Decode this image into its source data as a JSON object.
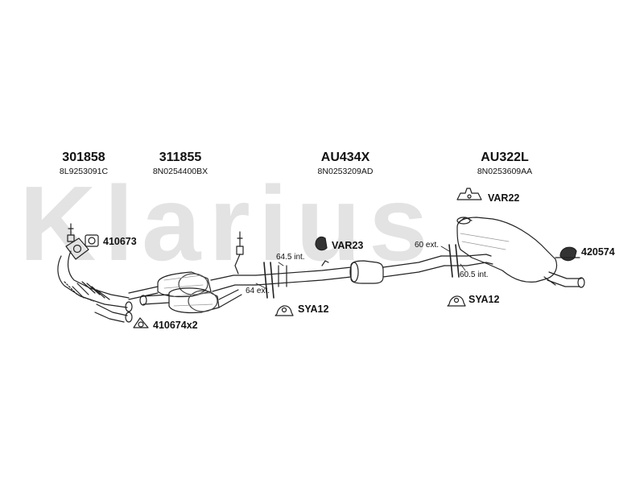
{
  "watermark": {
    "text": "Klarius",
    "color": "#e3e3e3"
  },
  "parts": [
    {
      "number": "301858",
      "oe": "8L9253091C"
    },
    {
      "number": "311855",
      "oe": "8N0254400BX"
    },
    {
      "number": "AU434X",
      "oe": "8N0253209AD"
    },
    {
      "number": "AU322L",
      "oe": "8N0253609AA"
    }
  ],
  "fittings": {
    "f410673": "410673",
    "f410674": "410674x2",
    "var23": "VAR23",
    "var22": "VAR22",
    "f420574": "420574",
    "sya12_left": "SYA12",
    "sya12_right": "SYA12"
  },
  "dimensions": {
    "int_645": "64.5 int.",
    "ext_64": "64 ext.",
    "ext_60": "60 ext.",
    "int_605": "60.5 int."
  }
}
